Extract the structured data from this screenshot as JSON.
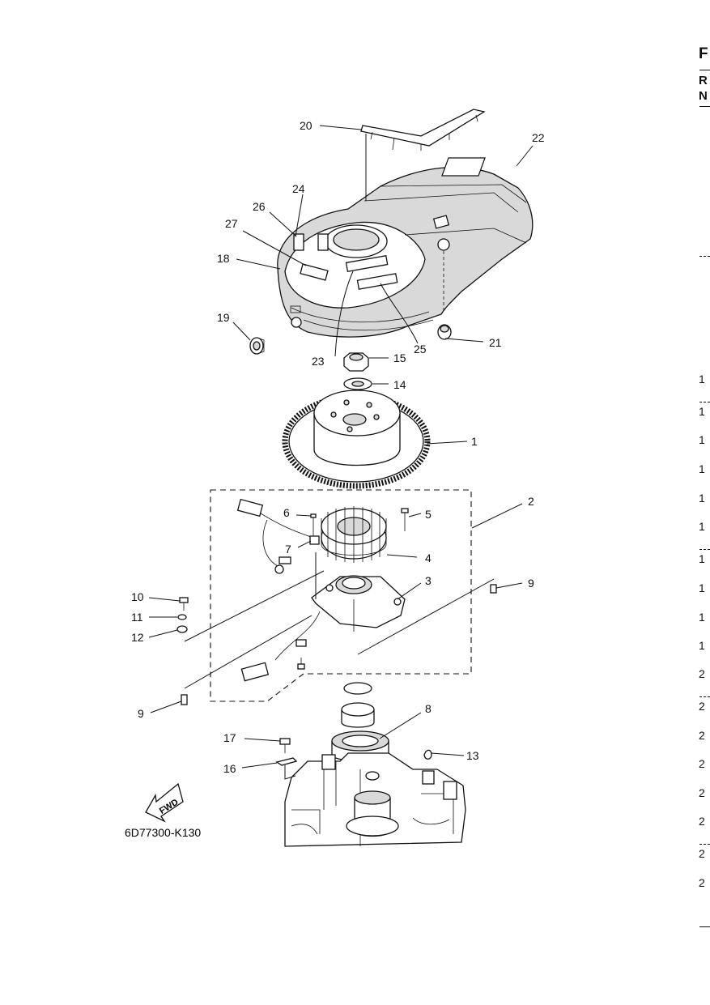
{
  "diagram": {
    "code": "6D77300-K130",
    "fwd_label": "FWD",
    "callouts": [
      "1",
      "2",
      "3",
      "4",
      "5",
      "6",
      "7",
      "8",
      "9",
      "9",
      "10",
      "11",
      "12",
      "13",
      "14",
      "15",
      "16",
      "17",
      "18",
      "19",
      "20",
      "21",
      "22",
      "23",
      "24",
      "25",
      "26",
      "27"
    ]
  },
  "right_column": {
    "heading": "F",
    "sub1": "R",
    "sub2": "N",
    "row_digits": [
      "1",
      "1",
      "1",
      "1",
      "1",
      "1",
      "1",
      "1",
      "1",
      "1",
      "2",
      "2",
      "2",
      "2",
      "2",
      "2",
      "2",
      "2"
    ]
  }
}
